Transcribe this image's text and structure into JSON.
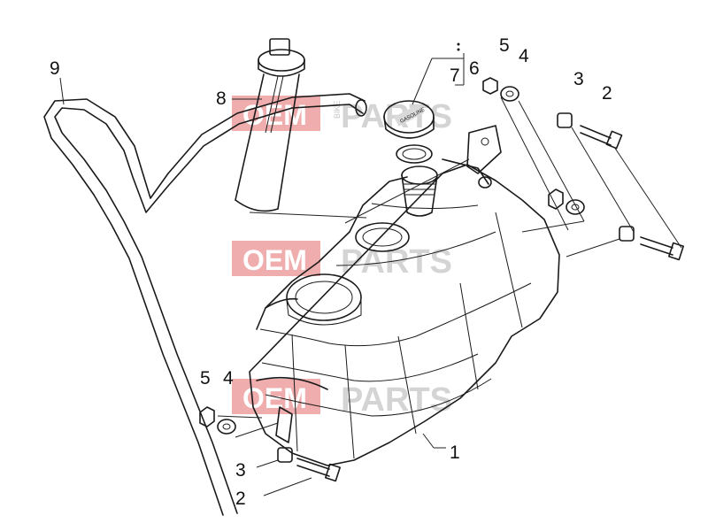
{
  "callouts": [
    {
      "id": "c9",
      "text": "9"
    },
    {
      "id": "c8",
      "text": "8"
    },
    {
      "id": "c7",
      "text": "7"
    },
    {
      "id": "c6",
      "text": "6"
    },
    {
      "id": "c5a",
      "text": "5"
    },
    {
      "id": "c4a",
      "text": "4"
    },
    {
      "id": "c3a",
      "text": "3"
    },
    {
      "id": "c2a",
      "text": "2"
    },
    {
      "id": "c5b",
      "text": "5"
    },
    {
      "id": "c4b",
      "text": "4"
    },
    {
      "id": "c3b",
      "text": "3"
    },
    {
      "id": "c2b",
      "text": "2"
    },
    {
      "id": "c1",
      "text": "1"
    }
  ],
  "cap_label": "GASOLINE",
  "watermark": {
    "oem": "OEM",
    "parts": "PARTS",
    "bike": "BIKE"
  }
}
